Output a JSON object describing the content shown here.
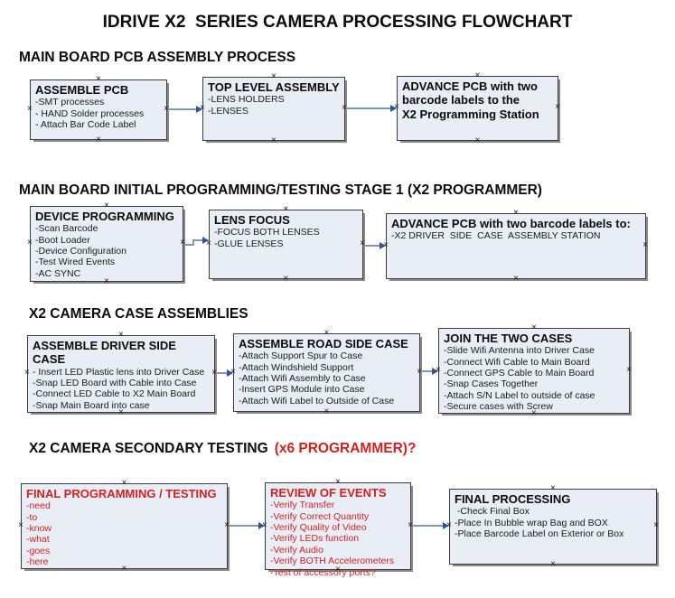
{
  "title": "IDRIVE X2  SERIES CAMERA PROCESSING FLOWCHART",
  "colors": {
    "accent_red": "#d42020",
    "box_fill": "#e9eef6",
    "box_border": "#3c3c3c",
    "box_shadow": "#8a8a8a",
    "arrow_line": "#7f97bd",
    "arrow_head": "#31539b"
  },
  "sections": [
    {
      "heading": "MAIN BOARD PCB ASSEMBLY PROCESS",
      "boxes": [
        {
          "title": "ASSEMBLE PCB",
          "items": [
            "-SMT processes",
            "- HAND Solder processes",
            "- Attach Bar Code Label"
          ]
        },
        {
          "title": "TOP LEVEL ASSEMBLY",
          "items": [
            "-LENS HOLDERS",
            "-LENSES"
          ]
        },
        {
          "title": "ADVANCE PCB with two\nbarcode labels to the\n X2 Programming Station",
          "items": []
        }
      ]
    },
    {
      "heading": "MAIN BOARD INITIAL PROGRAMMING/TESTING STAGE 1 (X2 PROGRAMMER)",
      "boxes": [
        {
          "title": "DEVICE PROGRAMMING",
          "items": [
            "-Scan Barcode",
            "-Boot Loader",
            "-Device Configuration",
            "-Test Wired Events",
            "-AC SYNC"
          ]
        },
        {
          "title": "LENS FOCUS",
          "items": [
            "-FOCUS BOTH LENSES",
            "-GLUE LENSES"
          ]
        },
        {
          "title": "ADVANCE PCB with two barcode labels to:",
          "items": [
            "-X2 DRIVER  SIDE  CASE  ASSEMBLY STATION"
          ]
        }
      ]
    },
    {
      "heading": "X2 CAMERA CASE ASSEMBLIES",
      "boxes": [
        {
          "title": "ASSEMBLE DRIVER SIDE CASE",
          "items": [
            "- Insert LED Plastic lens into Driver Case",
            "-Snap LED Board with Cable into Case",
            "-Connect LED Cable to X2 Main Board",
            "-Snap Main Board into case"
          ]
        },
        {
          "title": "ASSEMBLE ROAD SIDE CASE",
          "items": [
            "-Attach Support Spur to Case",
            "-Attach Windshield Support",
            "-Attach Wifi Assembly to Case",
            "-Insert GPS Module into Case",
            "-Attach Wifi Label to Outside of Case"
          ]
        },
        {
          "title": "JOIN THE TWO CASES",
          "items": [
            "-Slide Wifi Antenna into Driver Case",
            "-Connect Wifi Cable to Main Board",
            "-Connect GPS Cable to Main Board",
            "-Snap Cases Together",
            "-Attach S/N Label to outside of case",
            "-Secure cases with Screw"
          ]
        }
      ]
    },
    {
      "heading": "X2 CAMERA SECONDARY TESTING",
      "heading_accent": "(x6 PROGRAMMER)?",
      "boxes": [
        {
          "title": "FINAL PROGRAMMING / TESTING",
          "items": [
            "-need",
            "-to",
            "-know",
            "-what",
            "-goes",
            "-here"
          ]
        },
        {
          "title": "REVIEW OF EVENTS",
          "items": [
            "-Verify Transfer",
            "-Verify Correct Quantity",
            "-Verify Quality of Video",
            "-Verify LEDs function",
            "-Verify Audio",
            "-Verify BOTH Accelerometers",
            "-Test of accessory ports?"
          ]
        },
        {
          "title": "FINAL PROCESSING",
          "items": [
            " -Check Final Box",
            "-Place In Bubble wrap Bag and BOX",
            "-Place Barcode Label on Exterior or Box"
          ]
        }
      ]
    }
  ]
}
